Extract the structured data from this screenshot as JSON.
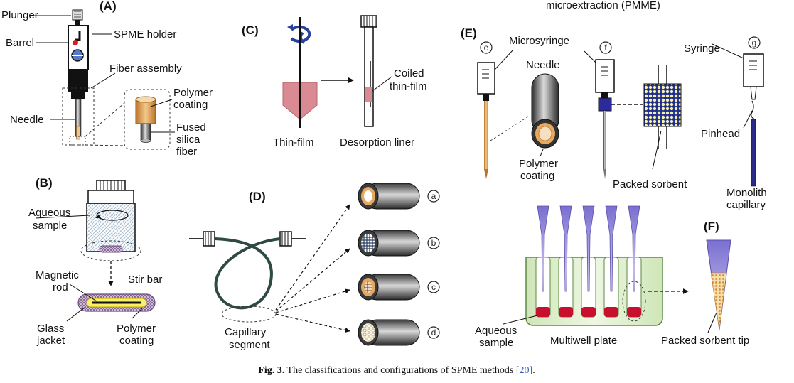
{
  "header_partial": "microextraction (PMME)",
  "panels": {
    "A": {
      "label": "(A)",
      "plunger": "Plunger",
      "barrel": "Barrel",
      "holder": "SPME holder",
      "fiber_assembly": "Fiber assembly",
      "needle": "Needle",
      "polymer1": "Polymer",
      "polymer2": "coating",
      "fused1": "Fused",
      "fused2": "silica",
      "fused3": "fiber"
    },
    "B": {
      "label": "(B)",
      "aqueous1": "Aqueous",
      "aqueous2": "sample",
      "magnetic1": "Magnetic",
      "magnetic2": "rod",
      "stirbar": "Stir bar",
      "glass1": "Glass",
      "glass2": "jacket",
      "polymer1": "Polymer",
      "polymer2": "coating"
    },
    "C": {
      "label": "(C)",
      "thinfilm": "Thin-film",
      "desorption": "Desorption liner",
      "coiled1": "Coiled",
      "coiled2": "thin-film"
    },
    "D": {
      "label": "(D)",
      "capillary1": "Capillary",
      "capillary2": "segment",
      "circles": [
        "a",
        "b",
        "c",
        "d"
      ]
    },
    "E": {
      "label": "(E)",
      "microsyringe": "Microsyringe",
      "needle": "Needle",
      "polymer1": "Polymer",
      "polymer2": "coating",
      "packed_sorbent": "Packed sorbent",
      "syringe": "Syringe",
      "pinhead": "Pinhead",
      "monolith1": "Monolith",
      "monolith2": "capillary",
      "aqueous1": "Aqueous",
      "aqueous2": "sample",
      "multiwell": "Multiwell plate",
      "circles": [
        "e",
        "f",
        "g"
      ]
    },
    "F": {
      "label": "(F)",
      "tip": "Packed sorbent tip"
    }
  },
  "caption": {
    "prefix": "Fig. 3.",
    "text": " The classifications and configurations of SPME methods ",
    "ref": "[20]",
    "suffix": "."
  }
}
